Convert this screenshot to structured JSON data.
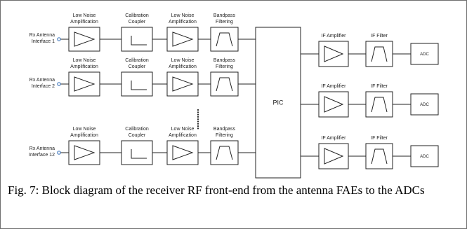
{
  "channels": [
    {
      "antenna_line1": "Rx Antenna",
      "antenna_line2": "Interface 1",
      "lna1_line1": "Low Noise",
      "lna1_line2": "Amplification",
      "coupler_line1": "Calibration",
      "coupler_line2": "Coupler",
      "lna2_line1": "Low Noise",
      "lna2_line2": "Amplification",
      "bpf_line1": "Bandpass",
      "bpf_line2": "Filtering"
    },
    {
      "antenna_line1": "Rx Antenna",
      "antenna_line2": "Interface 2",
      "lna1_line1": "Low Noise",
      "lna1_line2": "Amplification",
      "coupler_line1": "Calibration",
      "coupler_line2": "Coupler",
      "lna2_line1": "Low Noise",
      "lna2_line2": "Amplification",
      "bpf_line1": "Bandpass",
      "bpf_line2": "Filtering"
    },
    {
      "antenna_line1": "Rx Antenna",
      "antenna_line2": "Interface 12",
      "lna1_line1": "Low Noise",
      "lna1_line2": "Amplification",
      "coupler_line1": "Calibration",
      "coupler_line2": "Coupler",
      "lna2_line1": "Low Noise",
      "lna2_line2": "Amplification",
      "bpf_line1": "Bandpass",
      "bpf_line2": "Filtering"
    }
  ],
  "pic_label": "PIC",
  "outputs": [
    {
      "amp_label": "IF Amplifier",
      "filter_label": "IF Filter",
      "adc_label": "ADC"
    },
    {
      "amp_label": "IF Amplifier",
      "filter_label": "IF Filter",
      "adc_label": "ADC"
    },
    {
      "amp_label": "IF Amplifier",
      "filter_label": "IF Filter",
      "adc_label": "ADC"
    }
  ],
  "caption": "Fig. 7: Block diagram of the receiver RF front-end from the antenna FAEs to the ADCs",
  "icons": {
    "antenna": "antenna-port-icon",
    "amplifier": "amplifier-triangle-icon",
    "coupler": "coupler-icon",
    "bandpass": "bandpass-filter-icon",
    "ellipsis": "vertical-ellipsis-icon"
  },
  "colors": {
    "line": "#222222",
    "antenna_port": "#4a7fc1",
    "frame": "#6f6f6f"
  }
}
